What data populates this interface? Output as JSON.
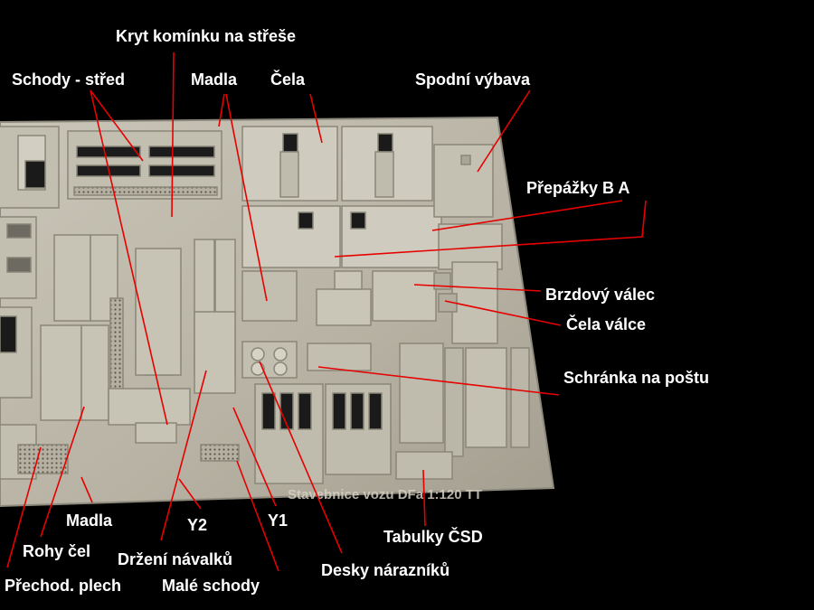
{
  "sheet": {
    "engraving": "Stavebnice vozu DFa 1:120 TT"
  },
  "labels": {
    "kryt_kominku": "Kryt komínku na střeše",
    "schody_stred": "Schody - střed",
    "madla_top": "Madla",
    "cela": "Čela",
    "spodni_vybava": "Spodní výbava",
    "prepazky": "Přepážky B  A",
    "brzdovy_valec": "Brzdový válec",
    "cela_valce": "Čela válce",
    "schranka": "Schránka na poštu",
    "tabulky": "Tabulky ČSD",
    "desky_narazniku": "Desky nárazníků",
    "y1": "Y1",
    "y2": "Y2",
    "madla_bottom": "Madla",
    "rohy_cel": "Rohy čel",
    "drzeni_navalku": "Držení návalků",
    "prechod_plech": "Přechod. plech",
    "male_schody": "Malé schody"
  },
  "colors": {
    "background": "#000000",
    "sheet": "#bdb8aa",
    "leader_line": "#e60000",
    "label_text": "#ffffff"
  }
}
